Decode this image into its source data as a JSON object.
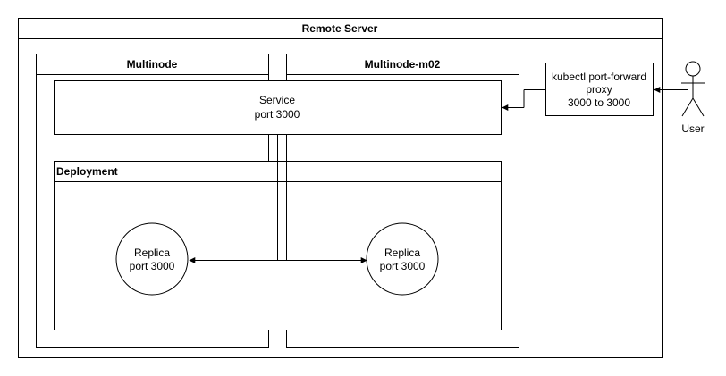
{
  "remote_server": {
    "title": "Remote Server"
  },
  "nodes": [
    {
      "title": "Multinode"
    },
    {
      "title": "Multinode-m02"
    }
  ],
  "service": {
    "line1": "Service",
    "line2": "port 3000"
  },
  "deployment": {
    "title": "Deployment"
  },
  "replicas": [
    {
      "line1": "Replica",
      "line2": "port 3000"
    },
    {
      "line1": "Replica",
      "line2": "port 3000"
    }
  ],
  "proxy": {
    "line1": "kubectl port-forward",
    "line2": "proxy",
    "line3": "3000 to 3000"
  },
  "user": {
    "label": "User"
  }
}
